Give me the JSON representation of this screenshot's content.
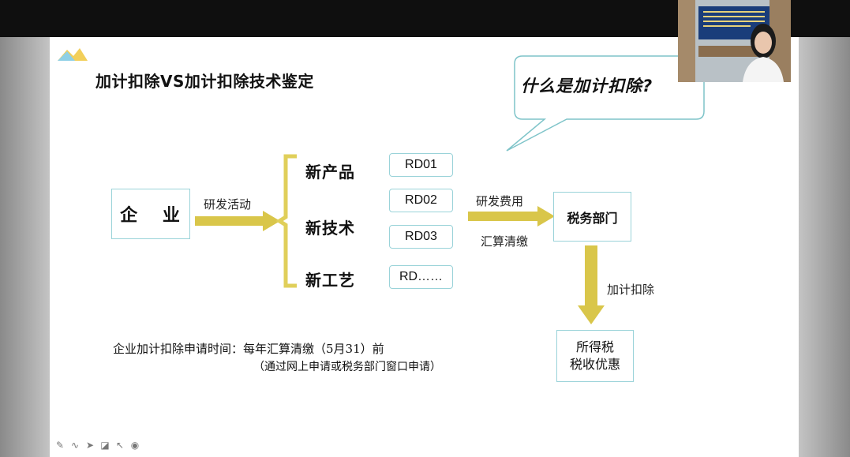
{
  "slide": {
    "heading": "加计扣除VS加计扣除技术鉴定",
    "bubble_text": "什么是加计扣除?",
    "enterprise_label": "企 业",
    "rd_activity_label": "研发活动",
    "categories": [
      "新产品",
      "新技术",
      "新工艺"
    ],
    "rd_codes": [
      "RD01",
      "RD02",
      "RD03",
      "RD……"
    ],
    "rd_expense_label": "研发费用",
    "settlement_label": "汇算清缴",
    "tax_dept_label": "税务部门",
    "deduction_label": "加计扣除",
    "income_tax_line1": "所得税",
    "income_tax_line2": "税收优惠",
    "note_line1": "企业加计扣除申请时间：每年汇算清缴（5月31）前",
    "note_line2": "（通过网上申请或税务部门窗口申请）"
  },
  "toolbar": {
    "icons": [
      "pen-icon",
      "ink-icon",
      "pointer-icon",
      "eraser-icon",
      "cursor-icon",
      "record-icon"
    ]
  },
  "colors": {
    "arrow": "#d9c64a",
    "box_border": "#9ad3d9",
    "bracket": "#e0cf5a"
  }
}
